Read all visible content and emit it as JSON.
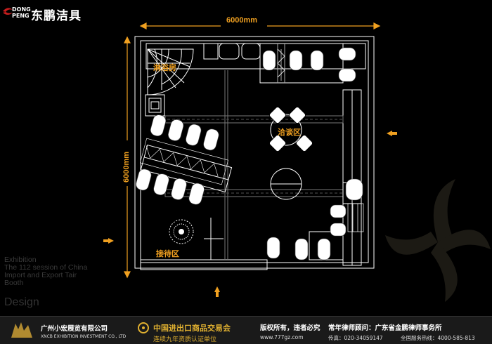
{
  "header": {
    "logo_en_line1": "DONG",
    "logo_en_line2": "PENG",
    "logo_cn": "东鹏洁具"
  },
  "floorplan": {
    "dim_width": "6000mm",
    "dim_height": "6000mm",
    "zone_shower": "淋浴房",
    "zone_negotiation": "洽谈区",
    "zone_reception": "接待区"
  },
  "caption": {
    "line1": "Exhibition",
    "line2": "The 112 session of China",
    "line3": "Import and Export Tair",
    "line4": "Booth",
    "design": "Design"
  },
  "footer": {
    "company_cn": "广州小宏展览有限公司",
    "company_en": "XNCB EXHIBITION INVESTMENT CO., LTD",
    "fair_cn": "中国进出口商品交易会",
    "fair_sub": "连续九年资质认证单位",
    "copyright": "版权所有，违者必究",
    "website": "www.777gz.com",
    "lawyer": "常年律师顾问：广东省金鹏律师事务所",
    "fax": "传真：020-34059147",
    "hotline": "全国服务热线：4000-585-813"
  },
  "colors": {
    "accent": "#f0a020",
    "line": "#ffffff",
    "background": "#000000"
  }
}
